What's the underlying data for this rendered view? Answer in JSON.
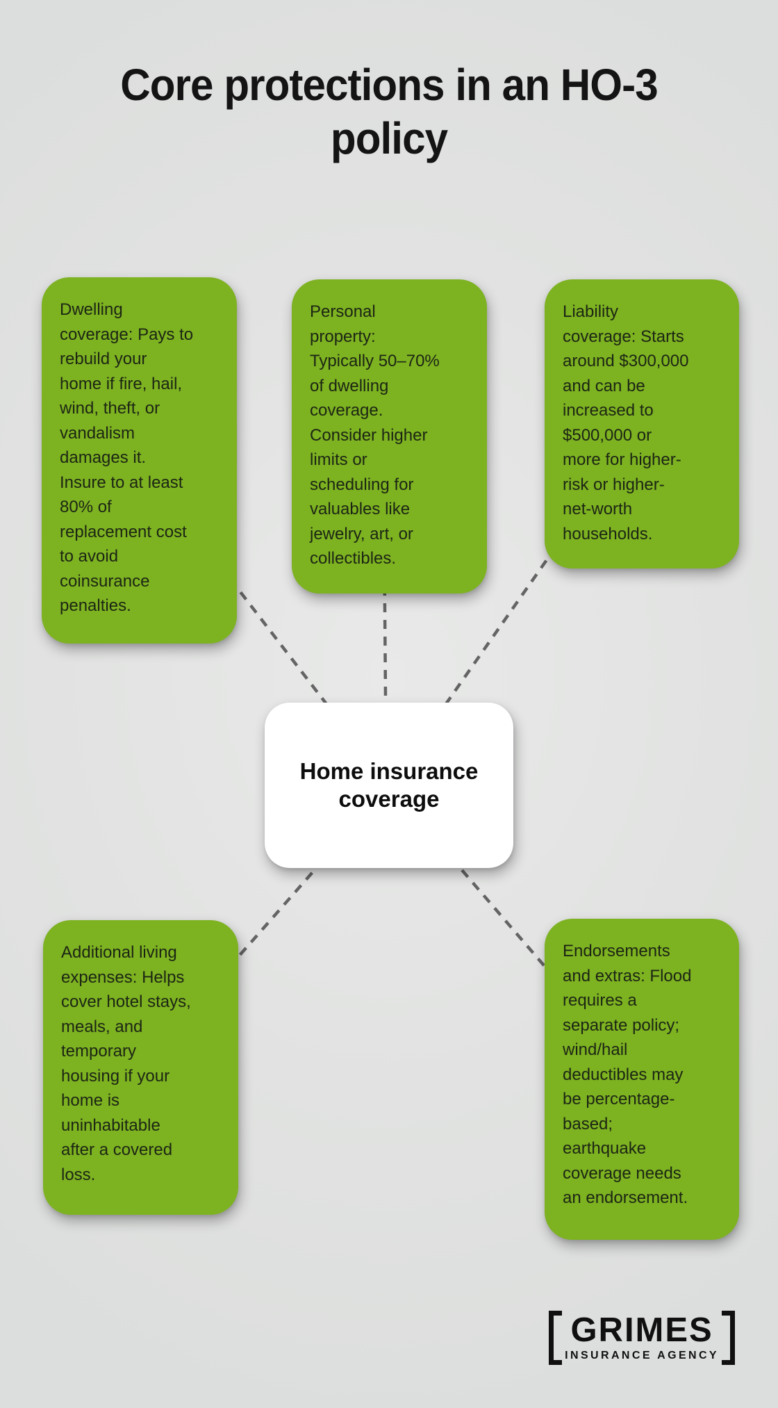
{
  "title": "Core protections in an HO-3\npolicy",
  "colors": {
    "background": "#e1e2e1",
    "accent_green": "#7db221",
    "connector_gray": "#646464",
    "node_text": "#1c2514",
    "center_node_background": "#ffffff"
  },
  "center_node": {
    "label": "Home insurance\ncoverage"
  },
  "nodes": [
    {
      "id": "dwelling-coverage",
      "text": "Dwelling\ncoverage: Pays to\nrebuild your\nhome if fire, hail,\nwind, theft, or\nvandalism\ndamages it.\nInsure to at least\n80% of\nreplacement cost\nto avoid\ncoinsurance\npenalties."
    },
    {
      "id": "personal-property",
      "text": "Personal\nproperty:\nTypically 50–70%\nof dwelling\ncoverage.\nConsider higher\nlimits or\nscheduling for\nvaluables like\njewelry, art, or\ncollectibles."
    },
    {
      "id": "liability-coverage",
      "text": "Liability\ncoverage: Starts\naround $300,000\nand can be\nincreased to\n$500,000 or\nmore for higher-\nrisk or higher-\nnet-worth\nhouseholds."
    },
    {
      "id": "additional-living-expenses",
      "text": "Additional living\nexpenses: Helps\ncover hotel stays,\nmeals, and\ntemporary\nhousing if your\nhome is\nuninhabitable\nafter a covered\nloss."
    },
    {
      "id": "endorsements-and-extras",
      "text": "Endorsements\nand extras: Flood\nrequires a\nseparate policy;\nwind/hail\ndeductibles may\nbe percentage-\nbased;\nearthquake\ncoverage needs\nan endorsement."
    }
  ],
  "footer": {
    "brand": "GRIMES",
    "brand_sub": "INSURANCE AGENCY"
  }
}
